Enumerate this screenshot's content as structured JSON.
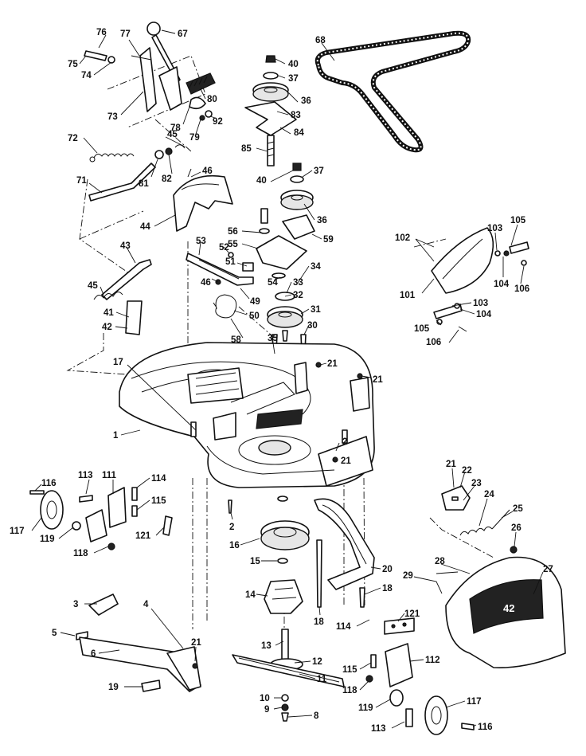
{
  "diagram": {
    "callouts": [
      {
        "id": "76",
        "label": "76"
      },
      {
        "id": "77",
        "label": "77"
      },
      {
        "id": "67",
        "label": "67"
      },
      {
        "id": "75",
        "label": "75"
      },
      {
        "id": "74",
        "label": "74"
      },
      {
        "id": "73",
        "label": "73"
      },
      {
        "id": "80",
        "label": "80"
      },
      {
        "id": "78",
        "label": "78"
      },
      {
        "id": "79",
        "label": "79"
      },
      {
        "id": "92",
        "label": "92"
      },
      {
        "id": "45a",
        "label": "45"
      },
      {
        "id": "72",
        "label": "72"
      },
      {
        "id": "81",
        "label": "81"
      },
      {
        "id": "82",
        "label": "82"
      },
      {
        "id": "71",
        "label": "71"
      },
      {
        "id": "46a",
        "label": "46"
      },
      {
        "id": "44",
        "label": "44"
      },
      {
        "id": "40a",
        "label": "40"
      },
      {
        "id": "37a",
        "label": "37"
      },
      {
        "id": "36a",
        "label": "36"
      },
      {
        "id": "83",
        "label": "83"
      },
      {
        "id": "84",
        "label": "84"
      },
      {
        "id": "85",
        "label": "85"
      },
      {
        "id": "68",
        "label": "68"
      },
      {
        "id": "40b",
        "label": "40"
      },
      {
        "id": "37b",
        "label": "37"
      },
      {
        "id": "36b",
        "label": "36"
      },
      {
        "id": "56",
        "label": "56"
      },
      {
        "id": "59",
        "label": "59"
      },
      {
        "id": "55",
        "label": "55"
      },
      {
        "id": "53",
        "label": "53"
      },
      {
        "id": "52",
        "label": "52"
      },
      {
        "id": "51",
        "label": "51"
      },
      {
        "id": "34",
        "label": "34"
      },
      {
        "id": "46b",
        "label": "46"
      },
      {
        "id": "54",
        "label": "54"
      },
      {
        "id": "33",
        "label": "33"
      },
      {
        "id": "49",
        "label": "49"
      },
      {
        "id": "32",
        "label": "32"
      },
      {
        "id": "50",
        "label": "50"
      },
      {
        "id": "31",
        "label": "31"
      },
      {
        "id": "58",
        "label": "58"
      },
      {
        "id": "35",
        "label": "35"
      },
      {
        "id": "30",
        "label": "30"
      },
      {
        "id": "43",
        "label": "43"
      },
      {
        "id": "45b",
        "label": "45"
      },
      {
        "id": "41",
        "label": "41"
      },
      {
        "id": "42",
        "label": "42"
      },
      {
        "id": "102",
        "label": "102"
      },
      {
        "id": "103a",
        "label": "103"
      },
      {
        "id": "105a",
        "label": "105"
      },
      {
        "id": "101",
        "label": "101"
      },
      {
        "id": "104a",
        "label": "104"
      },
      {
        "id": "106a",
        "label": "106"
      },
      {
        "id": "103b",
        "label": "103"
      },
      {
        "id": "104b",
        "label": "104"
      },
      {
        "id": "105b",
        "label": "105"
      },
      {
        "id": "106b",
        "label": "106"
      },
      {
        "id": "17",
        "label": "17"
      },
      {
        "id": "21a",
        "label": "21"
      },
      {
        "id": "21b",
        "label": "21"
      },
      {
        "id": "1",
        "label": "1"
      },
      {
        "id": "2a",
        "label": "2"
      },
      {
        "id": "21c",
        "label": "21"
      },
      {
        "id": "116a",
        "label": "116"
      },
      {
        "id": "113a",
        "label": "113"
      },
      {
        "id": "111",
        "label": "111"
      },
      {
        "id": "114a",
        "label": "114"
      },
      {
        "id": "115a",
        "label": "115"
      },
      {
        "id": "117a",
        "label": "117"
      },
      {
        "id": "119a",
        "label": "119"
      },
      {
        "id": "121a",
        "label": "121"
      },
      {
        "id": "118a",
        "label": "118"
      },
      {
        "id": "2b",
        "label": "2"
      },
      {
        "id": "16",
        "label": "16"
      },
      {
        "id": "15",
        "label": "15"
      },
      {
        "id": "14",
        "label": "14"
      },
      {
        "id": "20",
        "label": "20"
      },
      {
        "id": "18a",
        "label": "18"
      },
      {
        "id": "18b",
        "label": "18"
      },
      {
        "id": "21d",
        "label": "21"
      },
      {
        "id": "22",
        "label": "22"
      },
      {
        "id": "23",
        "label": "23"
      },
      {
        "id": "24",
        "label": "24"
      },
      {
        "id": "25",
        "label": "25"
      },
      {
        "id": "26",
        "label": "26"
      },
      {
        "id": "28",
        "label": "28"
      },
      {
        "id": "27",
        "label": "27"
      },
      {
        "id": "29",
        "label": "29"
      },
      {
        "id": "114b",
        "label": "114"
      },
      {
        "id": "121b",
        "label": "121"
      },
      {
        "id": "3",
        "label": "3"
      },
      {
        "id": "4",
        "label": "4"
      },
      {
        "id": "5",
        "label": "5"
      },
      {
        "id": "6",
        "label": "6"
      },
      {
        "id": "21e",
        "label": "21"
      },
      {
        "id": "19",
        "label": "19"
      },
      {
        "id": "13",
        "label": "13"
      },
      {
        "id": "12",
        "label": "12"
      },
      {
        "id": "11",
        "label": "11"
      },
      {
        "id": "10",
        "label": "10"
      },
      {
        "id": "9",
        "label": "9"
      },
      {
        "id": "8",
        "label": "8"
      },
      {
        "id": "115b",
        "label": "115"
      },
      {
        "id": "112",
        "label": "112"
      },
      {
        "id": "118b",
        "label": "118"
      },
      {
        "id": "119b",
        "label": "119"
      },
      {
        "id": "117b",
        "label": "117"
      },
      {
        "id": "113b",
        "label": "113"
      },
      {
        "id": "116b",
        "label": "116"
      }
    ],
    "logo_text": "42"
  }
}
